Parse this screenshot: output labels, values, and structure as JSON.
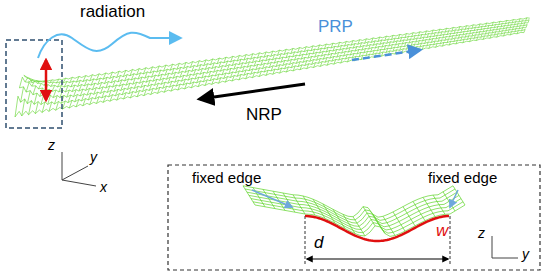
{
  "diagram": {
    "labels": [
      "radiation",
      "PRP",
      "NRP",
      "z",
      "y",
      "x",
      "fixed edge",
      "fixed edge",
      "d",
      "w",
      "z",
      "y"
    ]
  }
}
